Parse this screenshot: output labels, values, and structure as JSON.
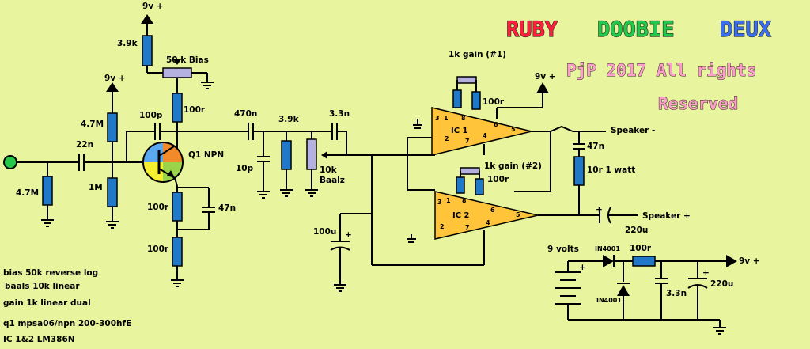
{
  "title": {
    "word1": "RUBY",
    "word2": "DOOBIE",
    "word3": "DEUX",
    "colors": {
      "ruby": "#ff1f3a",
      "doobie": "#22c84a",
      "deux": "#3a6ef0",
      "credit": "#ff9ec8"
    }
  },
  "credit": {
    "line1": "PjP 2017 All rights",
    "line2": "Reserved"
  },
  "labels": {
    "supply_top": "9v +",
    "r_top": "3.9k",
    "bias_pot": "50 k Bias",
    "supply_left": "9v +",
    "r_47m_top": "4.7M",
    "c_100p": "100p",
    "r_100r_collector": "100r",
    "c_470n": "470n",
    "r_39k_mid": "3.9k",
    "c_33n_mid": "3.3n",
    "c_22n": "22n",
    "r_47m_input": "4.7M",
    "r_1m": "1M",
    "transistor": "Q1 NPN",
    "c_10p": "10p",
    "baalz_pot": "10k\nBaalz",
    "baalz_a": "10k",
    "baalz_b": "Baalz",
    "r_100r_emitter": "100r",
    "c_47n_emitter": "47n",
    "r_100r_low": "100r",
    "c_100u": "100u",
    "gain1": "1k gain (#1)",
    "gain2": "1k gain (#2)",
    "r_100r_ic1": "100r",
    "r_100r_ic2": "100r",
    "supply_ic": "9v +",
    "ic1": "IC 1",
    "ic2": "IC 2",
    "speaker_minus": "Speaker -",
    "c_47n_out": "47n",
    "r_10r": "10r 1 watt",
    "speaker_plus": "Speaker +",
    "c_220u_out": "220u",
    "nine_volts": "9 volts",
    "diode1": "IN4001",
    "diode2": "IN4001",
    "r_100r_psu": "100r",
    "supply_out": "9v +",
    "c_33n_psu": "3.3n",
    "c_220u_psu": "220u",
    "plus": "+"
  },
  "pins": {
    "p3": "3",
    "p2": "2",
    "p4": "4",
    "p5": "5",
    "p6": "6",
    "p7": "7",
    "p1": "1",
    "p8": "8"
  },
  "notes": [
    "bias 50k reverse log",
    "baals 10k linear",
    "gain 1k linear dual",
    "q1 mpsa06/npn 200-300hfE",
    "IC 1&2 LM386N"
  ]
}
